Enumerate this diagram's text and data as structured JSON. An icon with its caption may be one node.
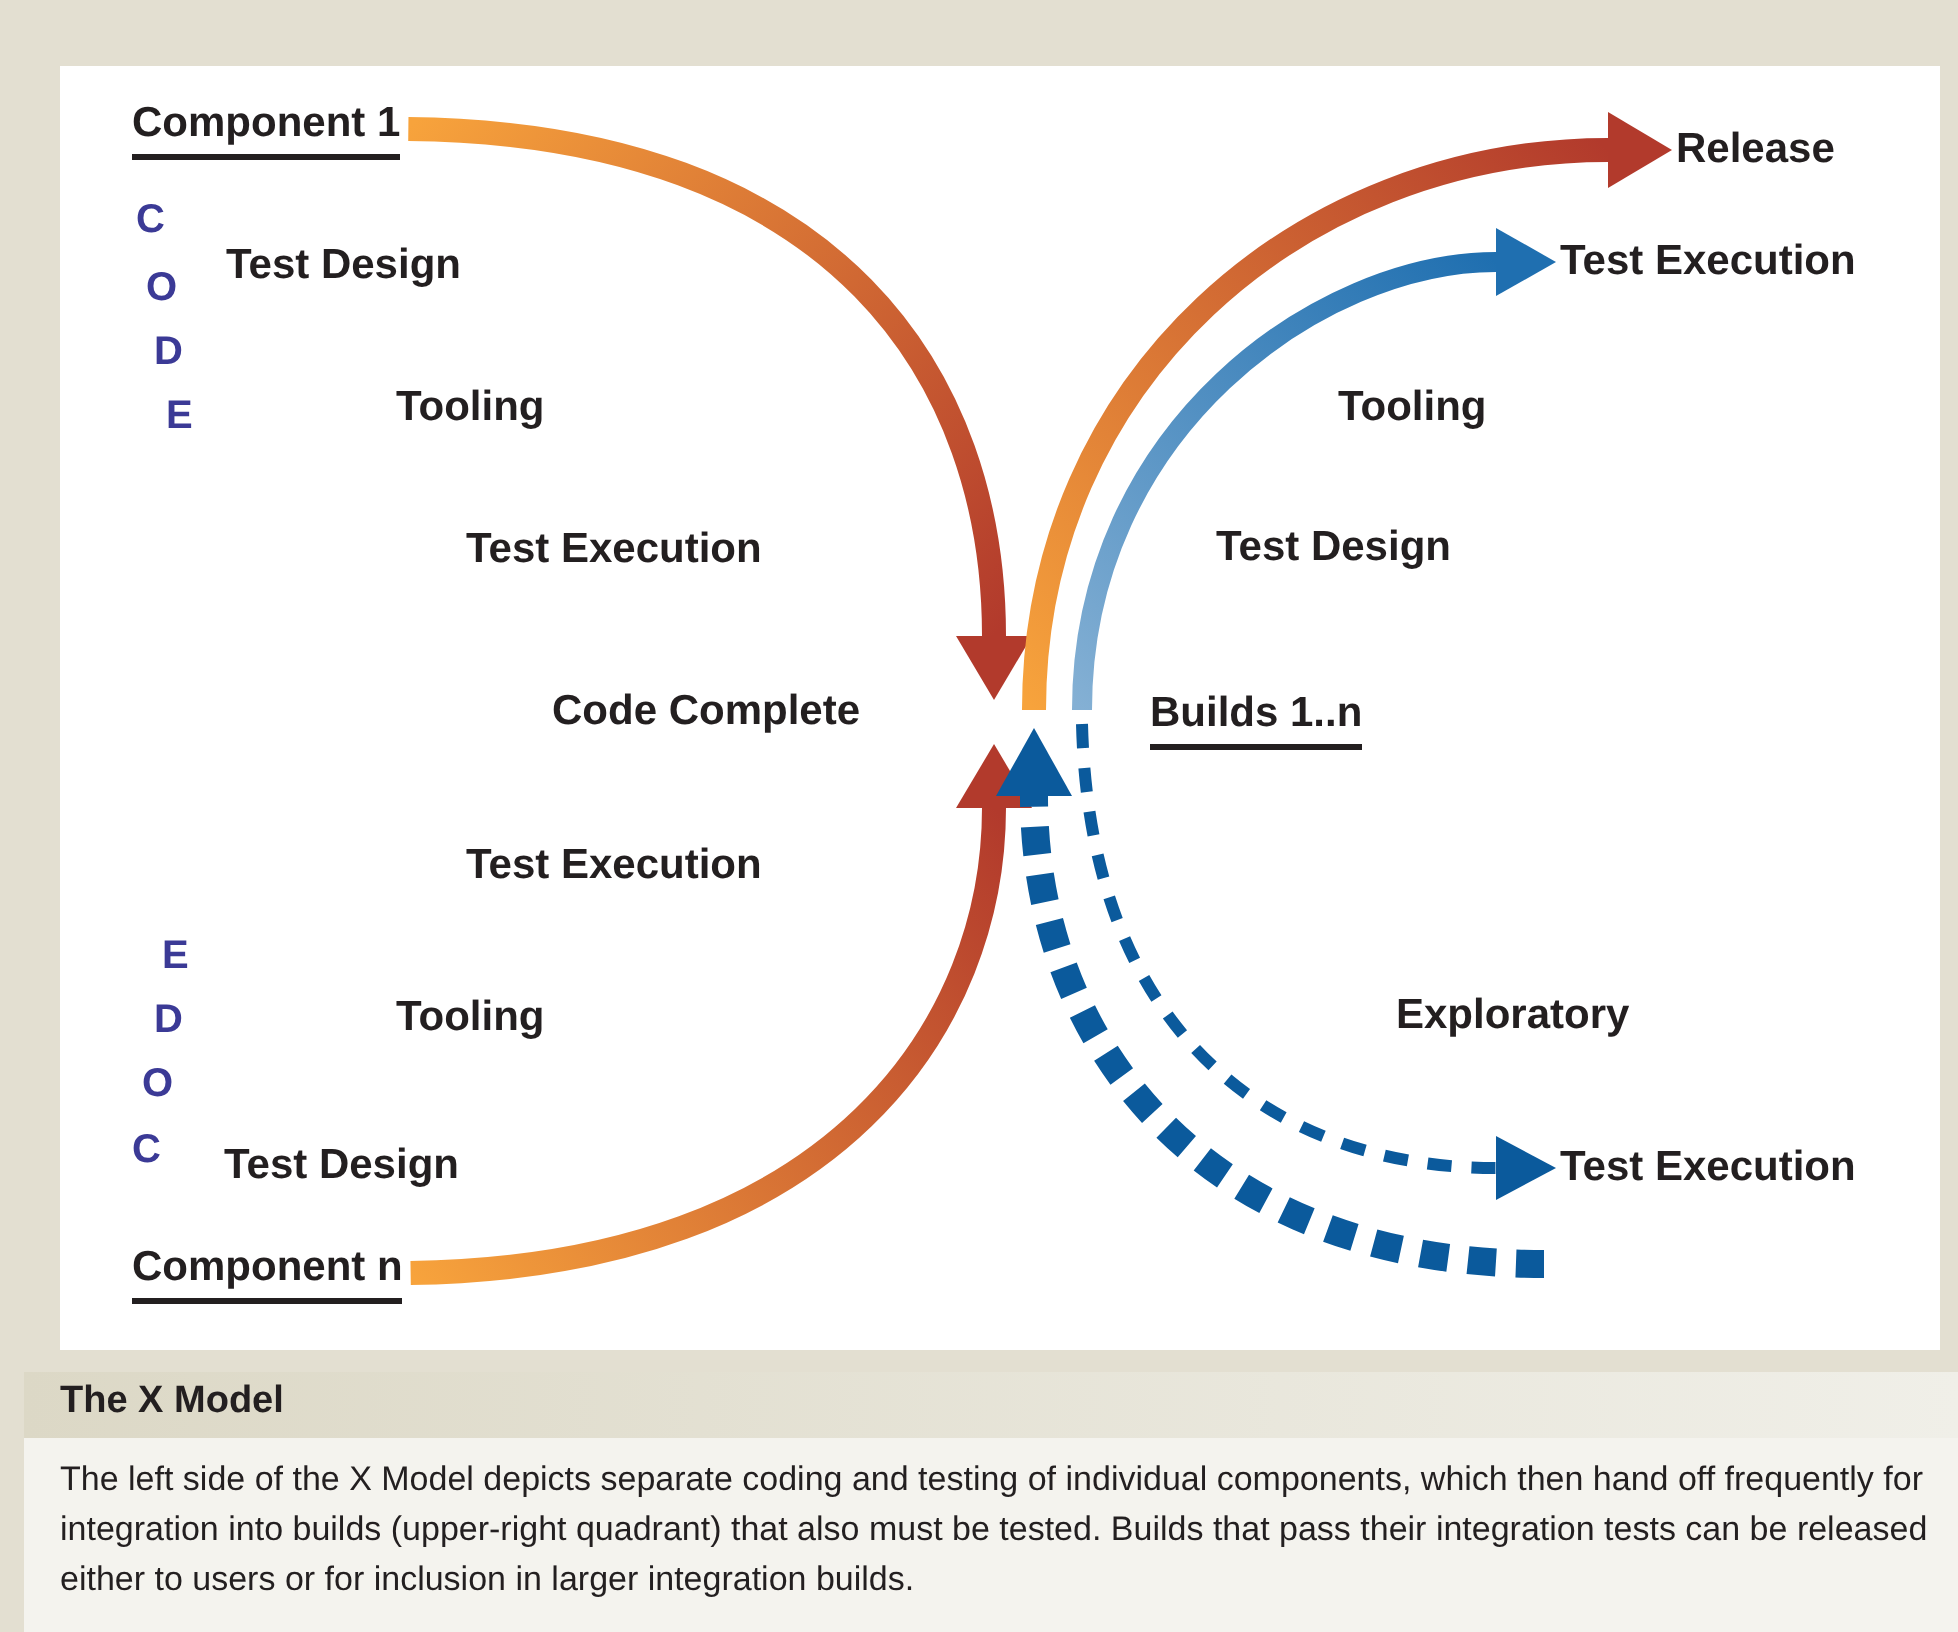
{
  "diagram": {
    "title": "The X Model",
    "caption": "The left side of the X Model depicts separate coding and testing of individual components, which then hand off frequently for integration into builds (upper-right quadrant) that also must be tested. Builds that pass their integration tests can be released either to users or for inclusion in larger integration builds.",
    "nodes": [
      {
        "text": [
          "Component 1"
        ]
      },
      {
        "text": [
          "Component n"
        ]
      },
      {
        "text": [
          "Builds 1..n"
        ]
      },
      {
        "text": [
          "Release"
        ]
      },
      {
        "text": [
          "Test Execution"
        ]
      },
      {
        "text": [
          "Test Execution"
        ]
      }
    ],
    "edges": [
      {
        "from": 0,
        "to": null,
        "arrow": "to"
      },
      {
        "from": 1,
        "to": null,
        "arrow": "to"
      },
      {
        "from": null,
        "to": 3,
        "arrow": "to"
      },
      {
        "from": null,
        "to": 4,
        "arrow": "to",
        "color": "#1f6fb0"
      },
      {
        "from": null,
        "to": 5,
        "arrow": "to",
        "style": "dashed",
        "color": "#0b5a9c"
      },
      {
        "from": null,
        "to": 2,
        "arrow": "to",
        "style": "dashed",
        "color": "#0b5a9c"
      }
    ],
    "labels": [
      "C",
      "Test Design",
      "O",
      "D",
      "Tooling",
      "Tooling",
      "E",
      "Test Execution",
      "Test Design",
      "Code Complete",
      "Test Execution",
      "E",
      "D",
      "Tooling",
      "Exploratory",
      "O",
      "C",
      "Test Design"
    ]
  }
}
